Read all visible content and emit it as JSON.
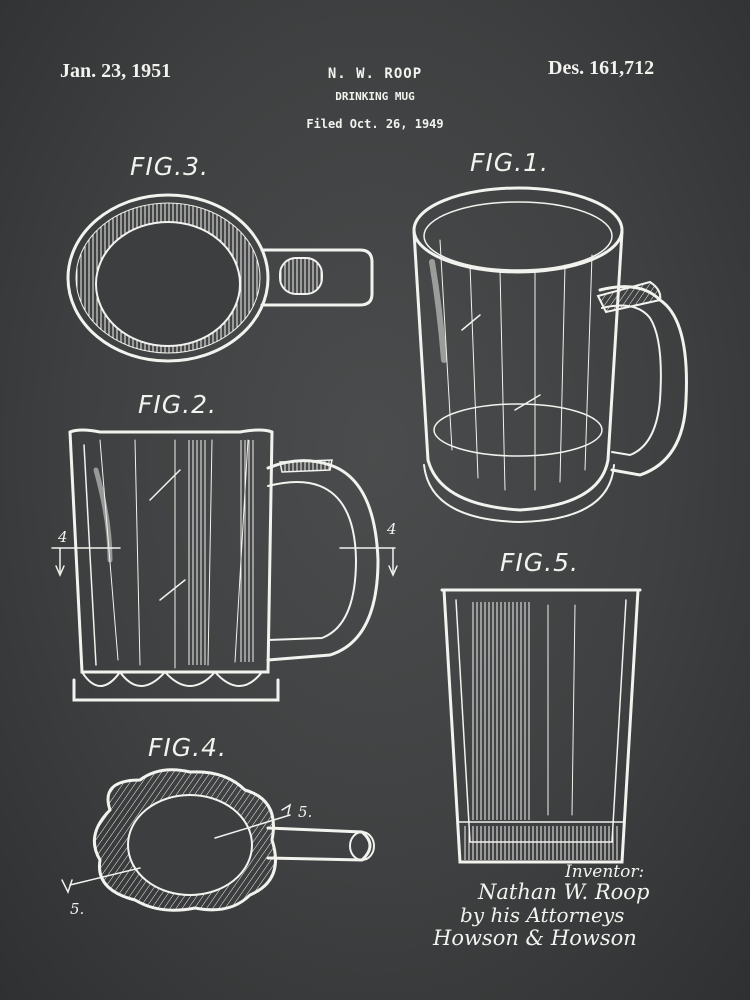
{
  "header": {
    "date": "Jan. 23, 1951",
    "inventor_name": "N. W. ROOP",
    "title": "DRINKING MUG",
    "filed": "Filed Oct. 26, 1949",
    "design_number": "Des. 161,712"
  },
  "figures": {
    "fig1": "FIG.1.",
    "fig2": "FIG.2.",
    "fig3": "FIG.3.",
    "fig4": "FIG.4.",
    "fig5": "FIG.5."
  },
  "section_marks": {
    "left": "4",
    "right": "4",
    "fig4_top": "5.",
    "fig4_bottom": "5."
  },
  "signature": {
    "label": "Inventor:",
    "inventor": "Nathan W. Roop",
    "by": "by his Attorneys",
    "attorneys": "Howson & Howson"
  },
  "colors": {
    "background": "#3c3e3f",
    "ink": "#f2f2ee"
  }
}
